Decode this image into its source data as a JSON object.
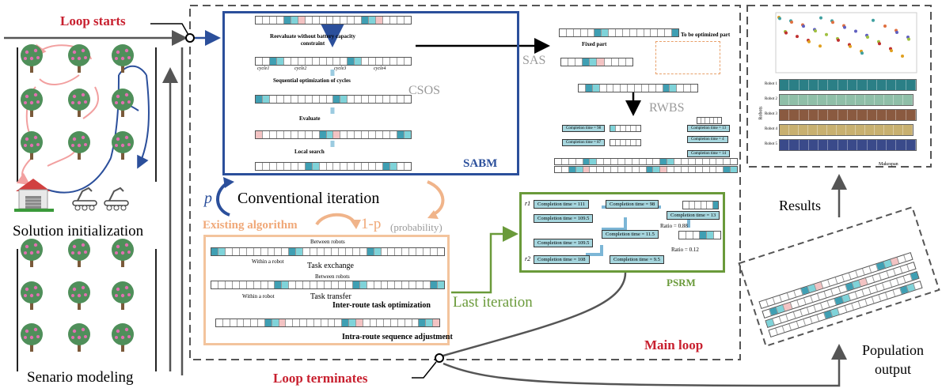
{
  "labels": {
    "loop_starts": "Loop starts",
    "loop_terminates": "Loop terminates",
    "solution_init": "Solution initialization",
    "scenario": "Senario modeling",
    "sabm": "SABM",
    "csos": "CSOS",
    "sas": "SAS",
    "rwbs": "RWBS",
    "p": "p",
    "conventional": "Conventional iteration",
    "existing": "Existing algorithm",
    "one_minus_p": "1-p",
    "probability": "(probability)",
    "last_iteration": "Last iteration",
    "psrm": "PSRM",
    "main_loop": "Main loop",
    "results": "Results",
    "population_output": "Population output"
  },
  "sabm_text": {
    "reevaluate": "Reevaluate without battery capacity constraint",
    "seq_opt": "Sequential optimization of cycles",
    "evaluate": "Evaluate",
    "local_search": "Local search",
    "fixed_part": "Fixed part",
    "to_be_opt": "To be optimized part",
    "cycle1": "cycle1",
    "cycle2": "cycle2",
    "cycle3": "cycle3",
    "cycle4": "cycle4"
  },
  "existing_text": {
    "between_robots": "Between robots",
    "within_robot": "Within a robot",
    "task_exchange": "Task exchange",
    "task_transfer": "Task transfer",
    "inter_route": "Inter-route task optimization",
    "intra_route": "Intra-route sequence adjustment"
  },
  "psrm_text": {
    "r1": "r1",
    "r2": "r2",
    "ct111": "Completion time = 111",
    "ct98": "Completion time = 98",
    "ct13": "Completion time = 13",
    "ct1095a": "Completion time = 109.5",
    "ct115": "Completion time = 11.5",
    "ct1095b": "Completion time = 109.5",
    "ct108": "Completion time = 108",
    "ct95": "Completion time = 9.5",
    "ratio1": "Ratio = 0.88",
    "ratio2": "Ratio = 0.12"
  },
  "results_chart": {
    "rows": [
      "Robot 1",
      "Robot 2",
      "Robot 3",
      "Robot 4",
      "Robot 5"
    ],
    "xlabel": "Makespan",
    "ylabel": "Robots",
    "row_colors": [
      "#2b7f86",
      "#8fbfa8",
      "#8a5a40",
      "#c8b070",
      "#3a4a8a"
    ]
  },
  "colors": {
    "red": "#c8202f",
    "blue": "#2b4f9b",
    "green": "#6a9a3a",
    "orange": "#f0b48a",
    "gray_dash": "#555555"
  }
}
